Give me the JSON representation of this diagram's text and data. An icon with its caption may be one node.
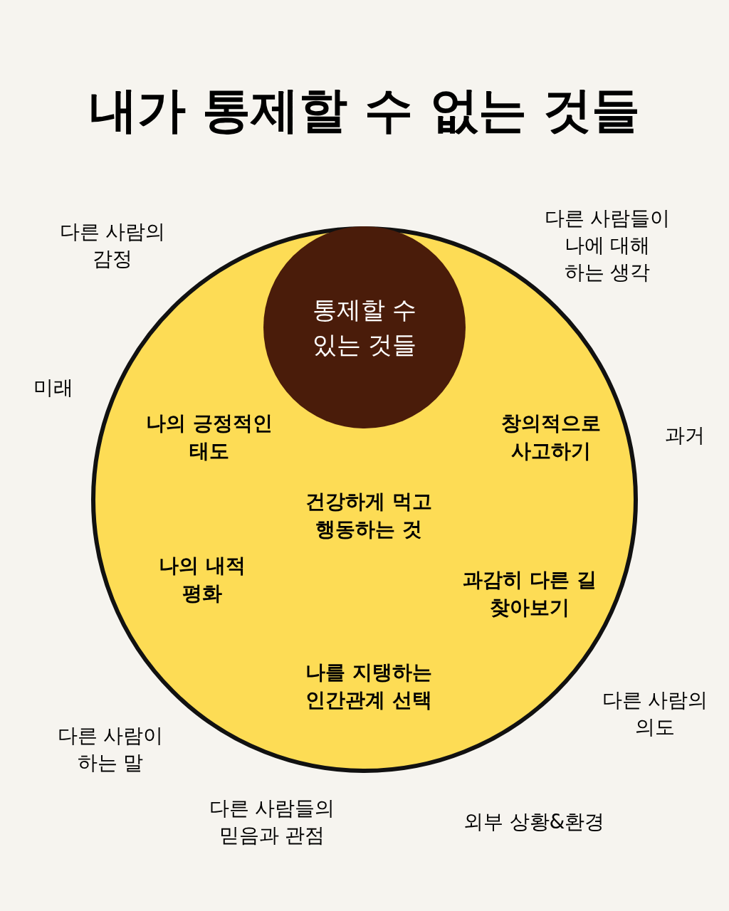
{
  "diagram": {
    "title": "내가 통제할 수 없는 것들",
    "nodes": [
      {
        "text": [],
        "shape": "circle"
      },
      {
        "text": [
          "통제할 수 있는 것들"
        ],
        "in": 0
      },
      {
        "text": [
          "나의 긍정적인 태도"
        ],
        "in": 0
      },
      {
        "text": [
          "창의적으로 사고하기"
        ],
        "in": 0
      },
      {
        "text": [
          "건강하게 먹고 행동하는 것"
        ],
        "in": 0
      },
      {
        "text": [
          "나의 내적 평화"
        ],
        "in": 0
      },
      {
        "text": [
          "과감히 다른 길 찾아보기"
        ],
        "in": 0
      },
      {
        "text": [
          "나를 지탱하는 인간관계 선택"
        ],
        "in": 0
      }
    ],
    "labels": [
      "다른 사람의 감정",
      "다른 사람들이 나에 대해 하는 생각",
      "미래",
      "과거",
      "다른 사람의 의도",
      "다른 사람이 하는 말",
      "다른 사람들의 믿음과 관점",
      "외부 상황&환경"
    ]
  }
}
